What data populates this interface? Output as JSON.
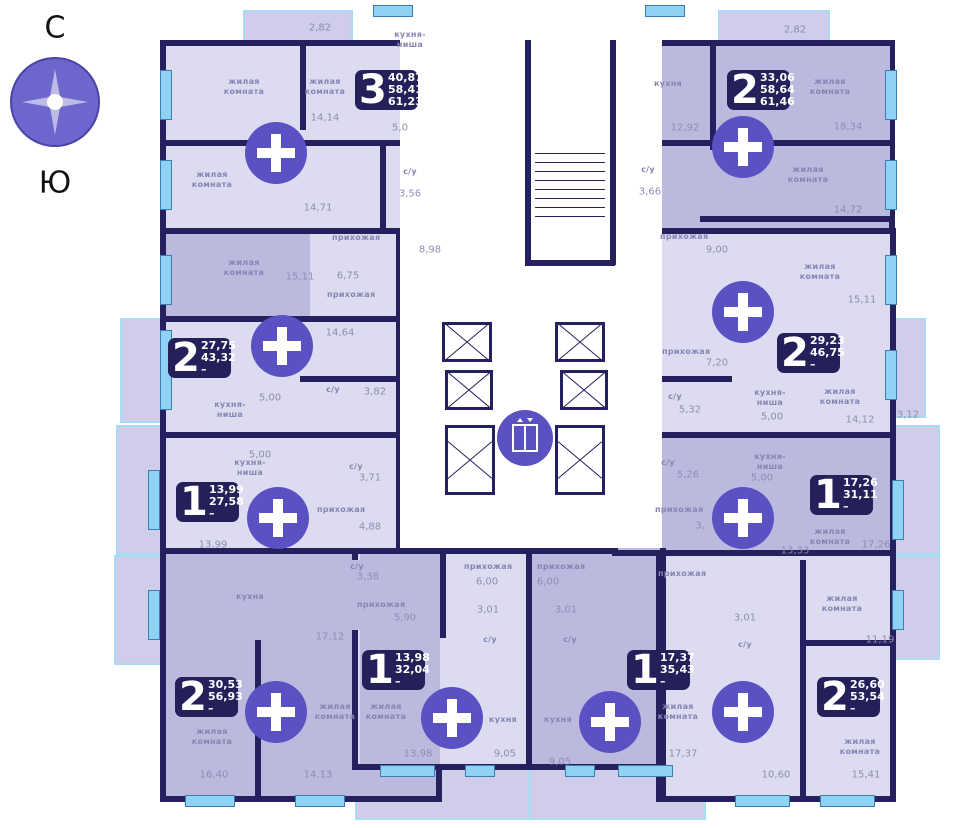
{
  "compass": {
    "north": "С",
    "south": "Ю",
    "icon": "compass-icon"
  },
  "elevator": {
    "icon": "elevator-icon"
  },
  "colors": {
    "wall": "#25215e",
    "room_light": "#dddbf0",
    "room_medium": "#bcb9df",
    "accent": "#5a51c2",
    "window": "#8fd3f4"
  },
  "apartments": [
    {
      "rooms": "3",
      "areas": [
        "40,87",
        "58,41",
        "61,23"
      ],
      "labels": [
        "2,82",
        "кухня-ниша",
        "жилая комната",
        "жилая комната",
        "14,14",
        "5,0",
        "с/у",
        "3,56",
        "жилая комната",
        "14,71",
        "прихожая",
        "8,98"
      ]
    },
    {
      "rooms": "2",
      "areas": [
        "33,06",
        "58,64",
        "61,46"
      ],
      "labels": [
        "2,82",
        "кухня",
        "жилая комната",
        "12,92",
        "18,34",
        "с/у",
        "3,66",
        "жилая комната",
        "14,72",
        "прихожая",
        "9,00"
      ]
    },
    {
      "rooms": "2",
      "areas": [
        "27,75",
        "43,32",
        "–"
      ],
      "labels": [
        "жилая комната",
        "15,11",
        "6,75",
        "прихожая",
        "14,64",
        "с/у",
        "3,82",
        "5,00",
        "кухня-ниша"
      ]
    },
    {
      "rooms": "1",
      "areas": [
        "13,99",
        "27,58",
        "–"
      ],
      "labels": [
        "5,00",
        "кухня-ниша",
        "с/у",
        "3,71",
        "прихожая",
        "4,88",
        "13,99"
      ]
    },
    {
      "rooms": "2",
      "areas": [
        "30,53",
        "56,93",
        "–"
      ],
      "labels": [
        "с/у",
        "3,38",
        "кухня",
        "прихожая",
        "5,90",
        "17,12",
        "жилая комната",
        "16,40",
        "жилая комната",
        "14,13"
      ]
    },
    {
      "rooms": "1",
      "areas": [
        "13,98",
        "32,04",
        "–"
      ],
      "labels": [
        "прихожая",
        "6,00",
        "3,01",
        "с/у",
        "жилая комната",
        "кухня",
        "13,98",
        "9,05"
      ]
    },
    {
      "rooms": "1",
      "areas": [
        "17,37",
        "35,43",
        "–"
      ],
      "labels": [
        "прихожая",
        "6,00",
        "3,01",
        "с/у",
        "кухня",
        "жилая комната",
        "9,05",
        "17,37"
      ]
    },
    {
      "rooms": "2",
      "areas": [
        "26,60",
        "53,54",
        "–"
      ],
      "labels": [
        "прихожая",
        "жилая комната",
        "3,01",
        "с/у",
        "11,19",
        "жилая комната",
        "10,60",
        "15,41"
      ]
    },
    {
      "rooms": "2",
      "areas": [
        "29,23",
        "46,75",
        "–"
      ],
      "labels": [
        "жилая комната",
        "15,11",
        "прихожая",
        "7,20",
        "с/у",
        "5,32",
        "кухня-ниша",
        "5,00",
        "жилая комната",
        "14,12",
        "3,12"
      ]
    },
    {
      "rooms": "1",
      "areas": [
        "17,26",
        "31,11",
        "–"
      ],
      "labels": [
        "с/у",
        "5,26",
        "кухня-ниша",
        "5,00",
        "прихожая",
        "3,",
        "жилая комната",
        "17,26",
        "13,33"
      ]
    }
  ]
}
